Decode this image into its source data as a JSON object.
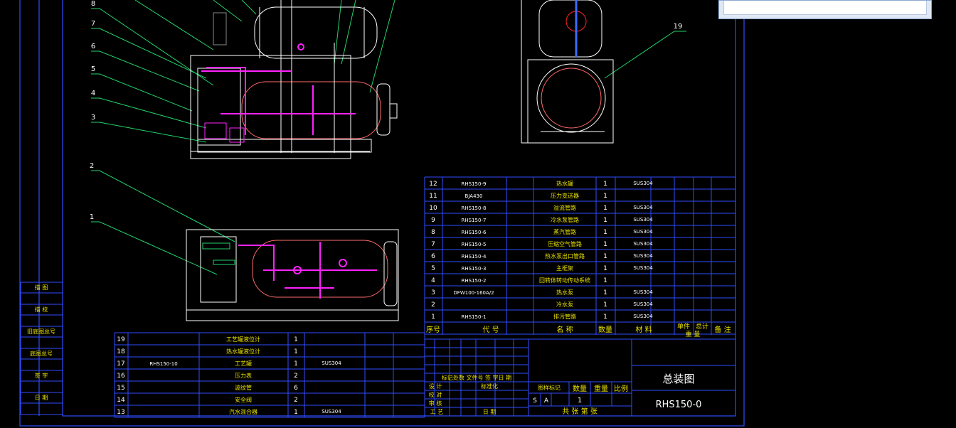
{
  "left_stamps": [
    "描 图",
    "描 校",
    "旧底图总号",
    "底图总号",
    "签 字",
    "日 期"
  ],
  "balloons": [
    "8",
    "7",
    "6",
    "5",
    "4",
    "3",
    "2",
    "1",
    "19"
  ],
  "bom_upper": [
    {
      "no": "12",
      "code": "RHS150-9",
      "name": "热水罐",
      "qty": "1",
      "mat": "SUS304"
    },
    {
      "no": "11",
      "code": "BJA430",
      "name": "压力变送器",
      "qty": "1",
      "mat": ""
    },
    {
      "no": "10",
      "code": "RHS150-8",
      "name": "溢流管路",
      "qty": "1",
      "mat": "SUS304"
    },
    {
      "no": "9",
      "code": "RHS150-7",
      "name": "冷水泵管路",
      "qty": "1",
      "mat": "SUS304"
    },
    {
      "no": "8",
      "code": "RHS150-6",
      "name": "蒸汽管路",
      "qty": "1",
      "mat": "SUS304"
    },
    {
      "no": "7",
      "code": "RHS150-5",
      "name": "压缩空气管路",
      "qty": "1",
      "mat": "SUS304"
    },
    {
      "no": "6",
      "code": "RHS150-4",
      "name": "热水泵出口管路",
      "qty": "1",
      "mat": "SUS304"
    },
    {
      "no": "5",
      "code": "RHS150-3",
      "name": "主框架",
      "qty": "1",
      "mat": "SUS304"
    },
    {
      "no": "4",
      "code": "RHS150-2",
      "name": "回转体转动传动系统",
      "qty": "1",
      "mat": ""
    },
    {
      "no": "3",
      "code": "DFW100-160A/2",
      "name": "热水泵",
      "qty": "1",
      "mat": "SUS304"
    },
    {
      "no": "2",
      "code": "",
      "name": "冷水泵",
      "qty": "1",
      "mat": "SUS304"
    },
    {
      "no": "1",
      "code": "RHS150-1",
      "name": "排污管路",
      "qty": "1",
      "mat": "SUS304"
    }
  ],
  "bom_header": {
    "no": "序号",
    "code": "代 号",
    "name": "名 称",
    "qty": "数量",
    "mat": "材 料",
    "unit": "单件",
    "total": "总计",
    "weight": "重 量",
    "note": "备 注"
  },
  "bom_lower": [
    {
      "no": "19",
      "code": "",
      "name": "工艺罐液位计",
      "qty": "1",
      "mat": ""
    },
    {
      "no": "18",
      "code": "",
      "name": "热水罐液位计",
      "qty": "1",
      "mat": ""
    },
    {
      "no": "17",
      "code": "RHS150-10",
      "name": "工艺罐",
      "qty": "1",
      "mat": "SUS304"
    },
    {
      "no": "16",
      "code": "",
      "name": "压力表",
      "qty": "2",
      "mat": ""
    },
    {
      "no": "15",
      "code": "",
      "name": "波纹管",
      "qty": "6",
      "mat": ""
    },
    {
      "no": "14",
      "code": "",
      "name": "安全阀",
      "qty": "2",
      "mat": ""
    },
    {
      "no": "13",
      "code": "",
      "name": "汽水混合器",
      "qty": "1",
      "mat": "SUS304"
    }
  ],
  "title_block": {
    "marks": "标记处数 文件号 签 字日 期",
    "design": "设 计",
    "std": "标准化",
    "proof": "校 对",
    "review": "审 核",
    "process": "工 艺",
    "date": "日 期",
    "stage": "图样标记",
    "qty_label": "数量",
    "weight_label": "重量",
    "scale_label": "比例",
    "stage_s": "S",
    "stage_a": "A",
    "qty_value": "1",
    "sheets": "共 张 第 张",
    "drawing_name": "总装图",
    "drawing_code": "RHS150-0"
  },
  "colors": {
    "border": "#2f4cff",
    "line": "#ffffff",
    "leader": "#23d36a",
    "pipe": "#ff22ff",
    "text": "#e8e000",
    "label": "#2fe08a"
  }
}
